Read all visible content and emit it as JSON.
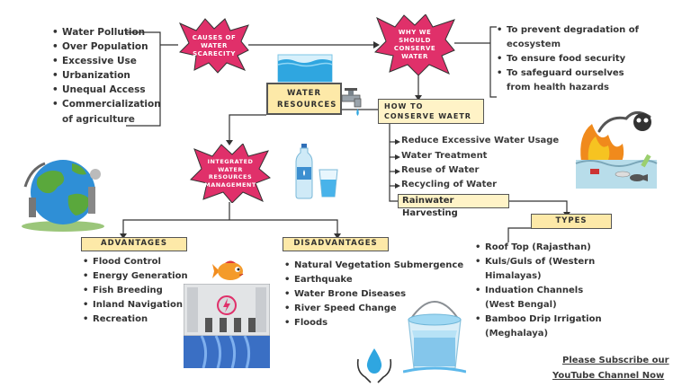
{
  "nodes": {
    "causes": "CAUSES OF WATER SCARECITY",
    "why": "WHY WE SHOULD CONSERVE WATER",
    "water_resources": "WATER RESOURCES",
    "how": "HOW TO CONSERVE WAETR",
    "iwrm": "INTEGRATED WATER RESOURCES MANAGEMENT",
    "advantages": "ADVANTAGES",
    "disadvantages": "DISADVANTAGES",
    "types": "TYPES"
  },
  "causes_list": [
    "Water Pollution",
    "Over Population",
    "Excessive Use",
    "Urbanization",
    "Unequal Access",
    "Commercialization",
    "of agriculture"
  ],
  "why_list": [
    "To prevent degradation of",
    "ecosystem",
    "To ensure food security",
    "To safeguard ourselves",
    "from health hazards"
  ],
  "how_list": [
    "Reduce Excessive Water Usage",
    "Water Treatment",
    "Reuse of Water",
    "Recycling of Water"
  ],
  "how_highlight": "Rainwater Harvesting",
  "types_list": [
    "Roof Top (Rajasthan)",
    "Kuls/Guls of (Western",
    "Himalayas)",
    "Induation Channels",
    "(West Bengal)",
    "Bamboo Drip Irrigation",
    "(Meghalaya)"
  ],
  "advantages_list": [
    "Flood Control",
    "Energy Generation",
    "Fish Breeding",
    "Inland Navigation",
    "Recreation"
  ],
  "disadvantages_list": [
    "Natural Vegetation Submergence",
    "Earthquake",
    "Water Brone Diseases",
    "River Speed Change",
    "Floods"
  ],
  "subscribe": [
    "Please Subscribe our",
    "YouTube Channel Now"
  ],
  "icons": [
    "globe-icon",
    "water-bottle-icon",
    "water-glass-icon",
    "water-tap-icon",
    "pollution-icon",
    "fish-icon",
    "dam-icon",
    "water-bucket-icon",
    "water-drop-hands-icon"
  ],
  "colors": {
    "star": "#e0306a",
    "box": "#fde9a8",
    "line": "#333333"
  }
}
